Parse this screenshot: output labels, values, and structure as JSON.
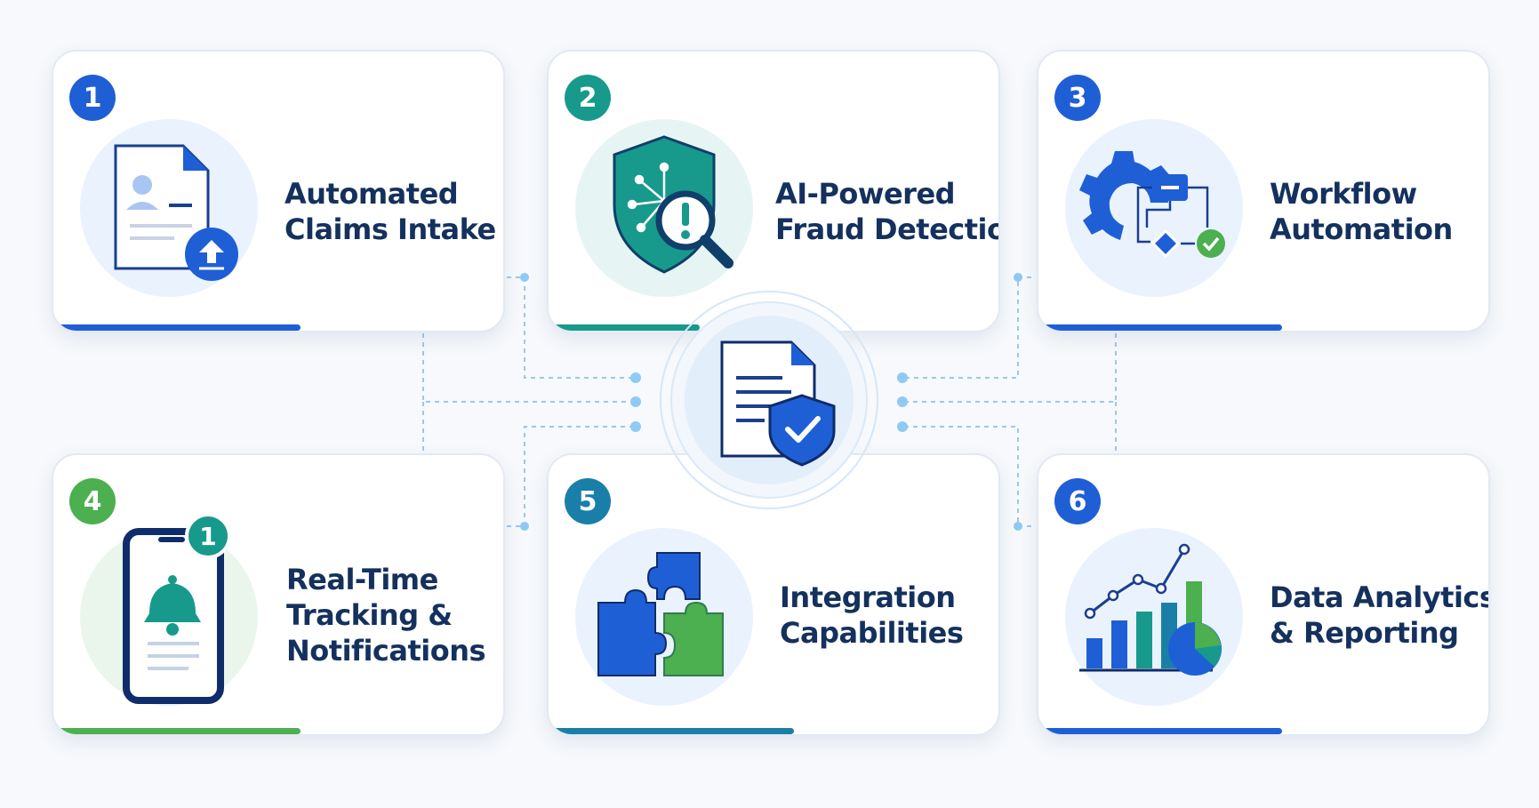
{
  "colors": {
    "blue": "#1f5fd6",
    "teal": "#179a8c",
    "green": "#4caf50",
    "navy": "#14315e"
  },
  "hub": {
    "icon": "document-shield-check-icon"
  },
  "features": [
    {
      "number": "1",
      "title_lines": [
        "Automated",
        "Claims Intake"
      ],
      "icon": "document-upload-icon",
      "accent": "#1f5fd6"
    },
    {
      "number": "2",
      "title_lines": [
        "AI-Powered",
        "Fraud Detection"
      ],
      "icon": "shield-magnifier-icon",
      "accent": "#179a8c"
    },
    {
      "number": "3",
      "title_lines": [
        "Workflow",
        "Automation"
      ],
      "icon": "gear-workflow-icon",
      "accent": "#1f5fd6"
    },
    {
      "number": "4",
      "title_lines": [
        "Real-Time",
        "Tracking &",
        "Notifications"
      ],
      "icon": "phone-notification-icon",
      "accent": "#4caf50",
      "notification_count": "1"
    },
    {
      "number": "5",
      "title_lines": [
        "Integration",
        "Capabilities"
      ],
      "icon": "puzzle-pieces-icon",
      "accent": "#1a7fa8"
    },
    {
      "number": "6",
      "title_lines": [
        "Data Analytics",
        "& Reporting"
      ],
      "icon": "analytics-chart-icon",
      "accent": "#1f5fd6"
    }
  ]
}
